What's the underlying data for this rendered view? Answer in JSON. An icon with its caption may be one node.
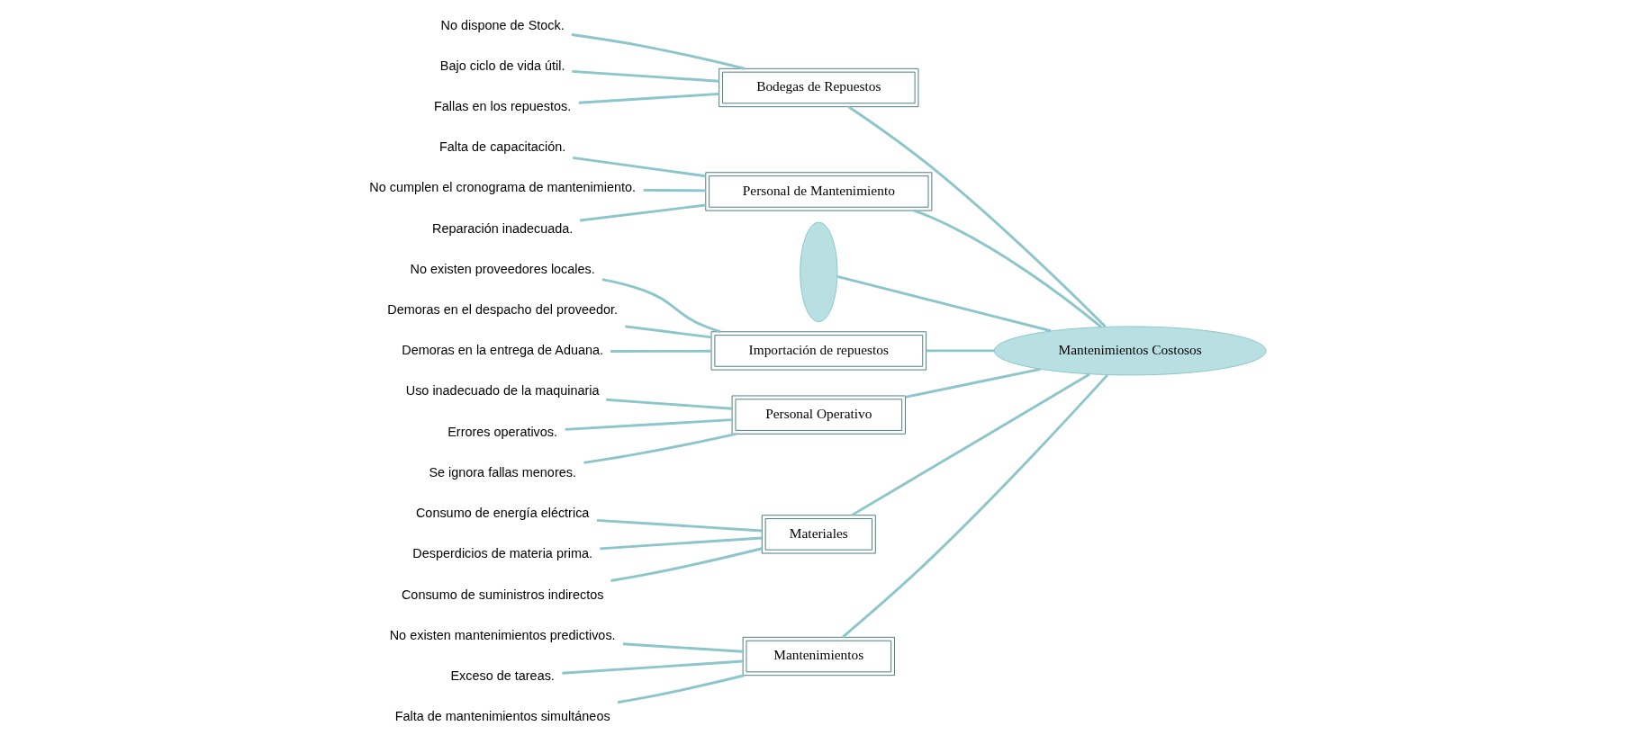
{
  "diagram": {
    "nodes": [
      {
        "text": [
          "Mantenimientos"
        ]
      },
      {
        "text": [
          "Bodegas de Repuestos"
        ]
      },
      {
        "text": [
          "Personal de Mantenimiento"
        ]
      },
      {
        "text": [
          "No existen mantenimientos predictivos."
        ]
      },
      {
        "text": [
          "Exceso de tareas."
        ]
      },
      {
        "text": [
          "No dispone de Stock."
        ]
      },
      {
        "text": [
          "Falta de capacitación."
        ]
      },
      {
        "text": [
          "No cumplen el cronograma de mantenimiento."
        ]
      },
      {
        "text": [
          "Bajo ciclo de vida útil."
        ]
      },
      {
        "text": [
          "Falta de mantenimientos simultáneos"
        ]
      },
      {
        "text": [
          "Fallas en los repuestos."
        ]
      },
      {
        "text": [
          "Reparación inadecuada."
        ]
      },
      {
        "text": [],
        "shape": "crescent"
      },
      {
        "text": [
          "Mantenimientos Costosos"
        ]
      },
      {
        "text": [
          "No existen proveedores locales."
        ]
      },
      {
        "text": [
          "Uso inadecuado de la maquinaria"
        ]
      },
      {
        "text": [
          "Errores operativos."
        ]
      },
      {
        "text": [
          "Consumo de energía eléctrica"
        ]
      },
      {
        "text": [
          "Demoras en el despacho del proveedor."
        ]
      },
      {
        "text": [
          "Desperdicios de materia prima."
        ]
      },
      {
        "text": [
          "Demoras en la entrega de Aduana."
        ]
      },
      {
        "text": [
          "Se ignora fallas menores."
        ]
      },
      {
        "text": [
          "Consumo de suministros indirectos"
        ]
      },
      {
        "text": [
          "Importación de repuestos"
        ]
      },
      {
        "text": [
          "Personal Operativo"
        ]
      },
      {
        "text": [
          "Materiales"
        ]
      }
    ],
    "edges": [
      {
        "from": 3,
        "to": 0,
        "arrow": "none"
      },
      {
        "from": 4,
        "to": 0,
        "arrow": "none"
      },
      {
        "from": 9,
        "to": 0,
        "arrow": "none"
      },
      {
        "from": 5,
        "to": 1,
        "arrow": "none"
      },
      {
        "from": 8,
        "to": 1,
        "arrow": "none"
      },
      {
        "from": 10,
        "to": 1,
        "arrow": "none"
      },
      {
        "from": 6,
        "to": 2,
        "arrow": "none"
      },
      {
        "from": 7,
        "to": 2,
        "arrow": "none"
      },
      {
        "from": 11,
        "to": 2,
        "arrow": "none"
      },
      {
        "from": 14,
        "to": 23,
        "arrow": "none"
      },
      {
        "from": 18,
        "to": 23,
        "arrow": "none"
      },
      {
        "from": 20,
        "to": 23,
        "arrow": "none"
      },
      {
        "from": 15,
        "to": 24,
        "arrow": "none"
      },
      {
        "from": 16,
        "to": 24,
        "arrow": "none"
      },
      {
        "from": 21,
        "to": 24,
        "arrow": "none"
      },
      {
        "from": 17,
        "to": 25,
        "arrow": "none"
      },
      {
        "from": 19,
        "to": 25,
        "arrow": "none"
      },
      {
        "from": 22,
        "to": 25,
        "arrow": "none"
      },
      {
        "from": 0,
        "to": 13,
        "arrow": "none"
      },
      {
        "from": 1,
        "to": 13,
        "arrow": "none"
      },
      {
        "from": 2,
        "to": 13,
        "arrow": "none"
      },
      {
        "from": 23,
        "to": 13,
        "arrow": "none"
      },
      {
        "from": 24,
        "to": 13,
        "arrow": "none"
      },
      {
        "from": 25,
        "to": 13,
        "arrow": "none"
      },
      {
        "from": 12,
        "to": 13,
        "arrow": "none"
      }
    ]
  }
}
